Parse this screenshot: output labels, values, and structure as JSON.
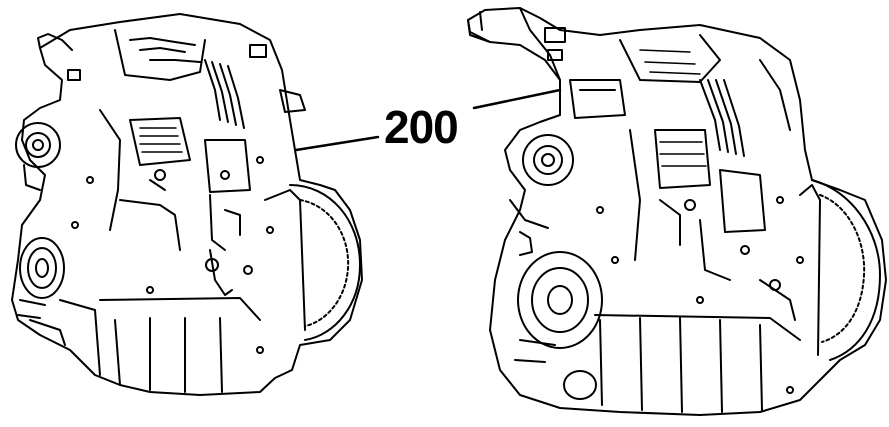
{
  "figure": {
    "callout": {
      "label": "200"
    },
    "illustrations": [
      {
        "name": "engine-left-view"
      },
      {
        "name": "engine-right-view"
      }
    ],
    "colors": {
      "ink": "#000000",
      "paper": "#ffffff"
    }
  }
}
